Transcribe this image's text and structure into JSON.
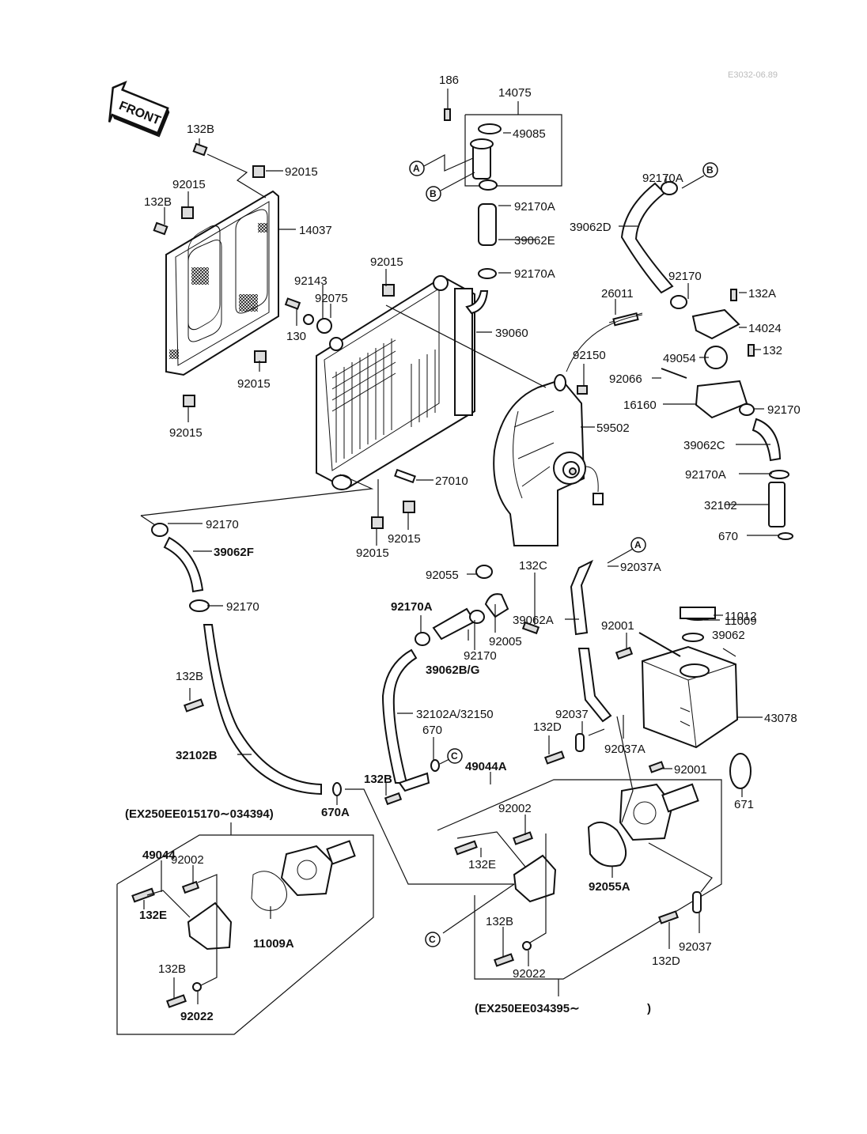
{
  "diagram": {
    "title": "Radiator / Cooling System Parts Diagram",
    "reference_code": "E3032-06.89",
    "front_arrow_label": "FRONT",
    "connectors": [
      "A",
      "B",
      "C"
    ],
    "labels": {
      "p186": "186",
      "p14075": "14075",
      "p49085": "49085",
      "p132b_top": "132B",
      "p92015_a": "92015",
      "p92015_b": "92015",
      "p132b_left": "132B",
      "p14037": "14037",
      "p92170a_1": "92170A",
      "p39062e": "39062E",
      "p92170a_2": "92170A",
      "p92170a_3": "92170A",
      "p39062d": "39062D",
      "p92170_1": "92170",
      "p132a": "132A",
      "p26011": "26011",
      "p14024": "14024",
      "p92015_c": "92015",
      "p92143": "92143",
      "p92075": "92075",
      "p130": "130",
      "p39060": "39060",
      "p92015_d": "92015",
      "p92015_e": "92015",
      "p92150": "92150",
      "p49054": "49054",
      "p132": "132",
      "p92066": "92066",
      "p16160": "16160",
      "p92170_2": "92170",
      "p59502": "59502",
      "p39062c": "39062C",
      "p27010": "27010",
      "p92170a_4": "92170A",
      "p32102": "32102",
      "p670_1": "670",
      "p92170_3": "92170",
      "p39062f": "39062F",
      "p92015_f": "92015",
      "p92015_g": "92015",
      "p92037a_1": "92037A",
      "p92055": "92055",
      "p132c": "132C",
      "p11012": "11012",
      "p11009": "11009",
      "p92170_4": "92170",
      "p92170a_5": "92170A",
      "p39062a": "39062A",
      "p92001_1": "92001",
      "p39062": "39062",
      "p92005": "92005",
      "p92170_5": "92170",
      "p39062bg": "39062B/G",
      "p132b_mid": "132B",
      "p32102a": "32102A/32150",
      "p670_2": "670",
      "p43078": "43078",
      "p92037_1": "92037",
      "p132d_1": "132D",
      "p92037a_2": "92037A",
      "p92001_2": "92001",
      "p32102b": "32102B",
      "p49044a": "49044A",
      "p671": "671",
      "p132b_lower": "132B",
      "p670a": "670A",
      "p92002_1": "92002",
      "p132e_1": "132E",
      "p92055a": "92055A",
      "p132b_r": "132B",
      "p92022_1": "92022",
      "p92037_2": "92037",
      "p132d_2": "132D",
      "p92002_2": "92002",
      "p132e_2": "132E",
      "p11009a": "11009A",
      "p132b_l": "132B",
      "p92022_2": "92022",
      "p49044": "49044"
    },
    "variant_ranges": {
      "old": "(EX250EE015170∼034394)",
      "new": "(EX250EE034395∼",
      "new_close": ")"
    }
  }
}
